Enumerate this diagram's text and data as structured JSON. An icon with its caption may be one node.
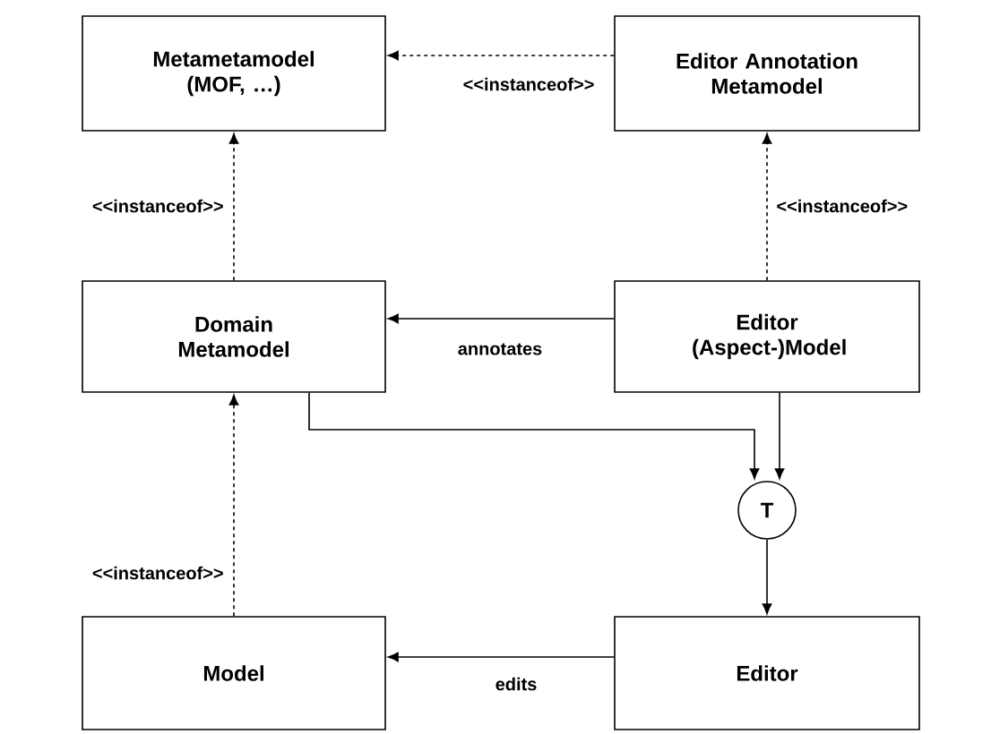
{
  "diagram": {
    "nodes": [
      {
        "text": [
          "Metametamodel (MOF, …)"
        ]
      },
      {
        "text": [
          "Editor Annotation Metamodel"
        ]
      },
      {
        "text": [
          "Domain Metamodel"
        ]
      },
      {
        "text": [
          "Editor (Aspect-)Model"
        ]
      },
      {
        "text": [
          "T"
        ]
      },
      {
        "text": [
          "Model"
        ]
      },
      {
        "text": [
          "Editor"
        ]
      }
    ],
    "edges": [
      {
        "from": 1,
        "to": 0,
        "arrow": "to",
        "style": "dashed",
        "label": "<<instanceof>>"
      },
      {
        "from": 2,
        "to": 0,
        "arrow": "to",
        "style": "dashed",
        "label": "<<instanceof>>"
      },
      {
        "from": 3,
        "to": 1,
        "arrow": "to",
        "style": "dashed",
        "label": "<<instanceof>>"
      },
      {
        "from": 3,
        "to": 2,
        "arrow": "to",
        "label": "annotates"
      },
      {
        "from": 2,
        "to": 4,
        "arrow": "to"
      },
      {
        "from": 3,
        "to": 4,
        "arrow": "to"
      },
      {
        "from": 4,
        "to": 6,
        "arrow": "to"
      },
      {
        "from": 6,
        "to": 5,
        "arrow": "to",
        "label": "edits"
      },
      {
        "from": 5,
        "to": 2,
        "arrow": "to",
        "style": "dashed",
        "label": "<<instanceof>>"
      }
    ]
  }
}
